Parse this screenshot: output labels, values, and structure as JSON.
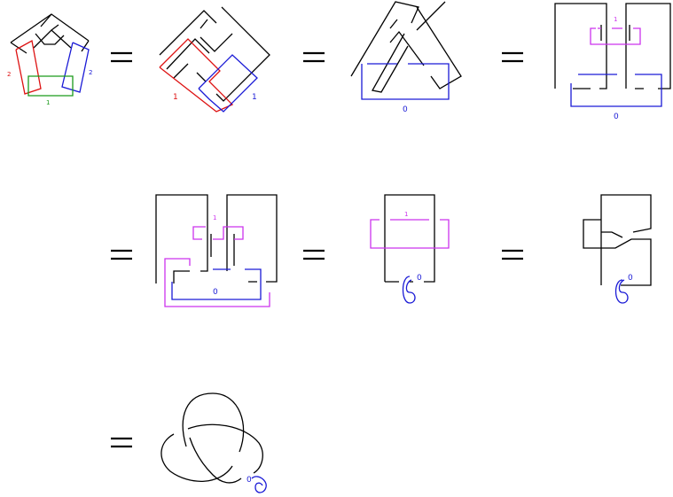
{
  "equals_sign": "=",
  "colors": {
    "knot": "#000000",
    "red": "#dd1111",
    "blue": "#1a1ad6",
    "green": "#1a9a1a",
    "magenta": "#cc33ee"
  },
  "panel1": {
    "red_framing": "2",
    "blue_framing": "2",
    "green_framing": "1"
  },
  "panel2": {
    "red_framing": "1",
    "blue_framing": "1"
  },
  "panel3": {
    "blue_framing": "0"
  },
  "panel4": {
    "magenta_framing": "1",
    "blue_framing": "0"
  },
  "panel5": {
    "magenta_framing": "1",
    "blue_framing": "0"
  },
  "panel6": {
    "magenta_framing": "1",
    "blue_framing": "0"
  },
  "panel7": {
    "blue_framing": "0"
  },
  "panel8": {
    "blue_framing": "0"
  }
}
